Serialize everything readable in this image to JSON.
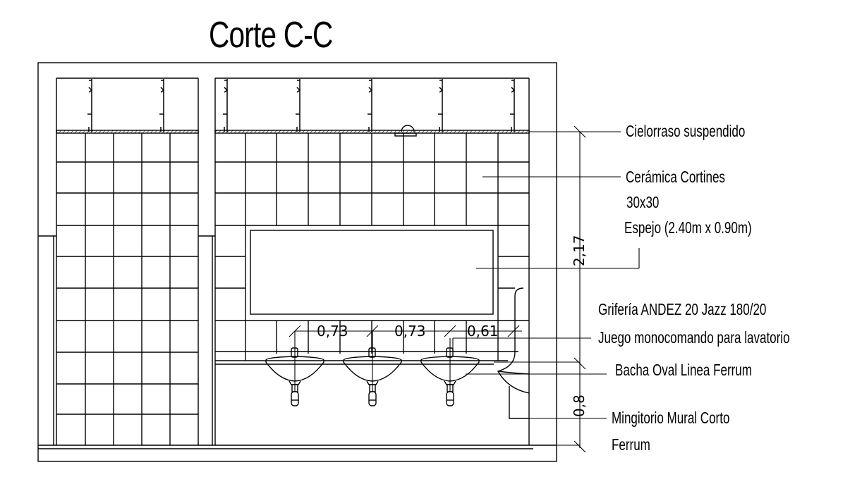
{
  "drawing": {
    "title": "Corte C-C",
    "labels": {
      "ceiling": "Cielorraso suspendido",
      "ceramic": "Cerámica Cortines",
      "ceramic_size": "30x30",
      "mirror": "Espejo  (2.40m x 0.90m)",
      "faucet": "Grifería ANDEZ 20 Jazz 180/20",
      "faucet_desc": "Juego monocomando para lavatorio",
      "basin": "Bacha Oval Linea Ferrum",
      "urinal": "Mingitorio Mural Corto",
      "urinal_brand": "Ferrum"
    },
    "dimensions": {
      "spacing_1": "0,73",
      "spacing_2": "0,73",
      "spacing_3": "0,61",
      "height_total": "2,17",
      "height_basin": "0,8"
    },
    "colors": {
      "line": "#000000",
      "background": "#ffffff"
    }
  }
}
